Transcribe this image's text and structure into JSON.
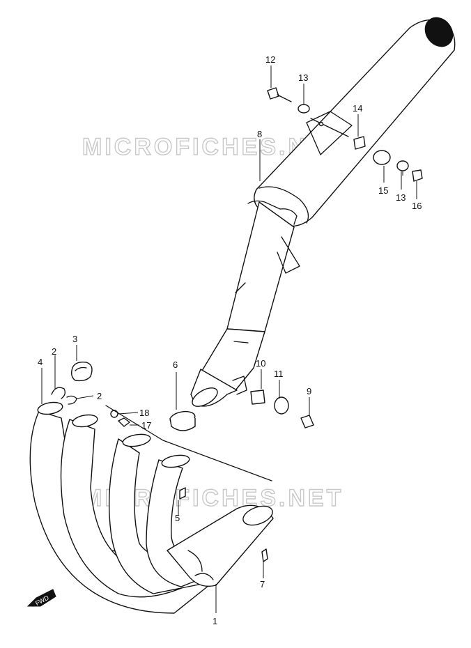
{
  "watermarks": [
    "MICROFICHES.NET",
    "MICROFICHES.NET"
  ],
  "fwd_label": "FWD",
  "callouts": [
    "1",
    "2",
    "2",
    "3",
    "4",
    "5",
    "6",
    "7",
    "8",
    "9",
    "10",
    "11",
    "12",
    "13",
    "13",
    "14",
    "15",
    "16",
    "17",
    "18"
  ]
}
